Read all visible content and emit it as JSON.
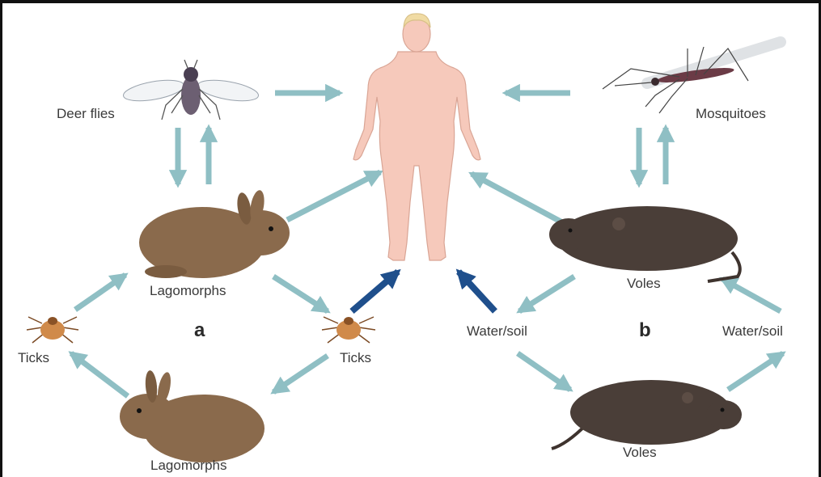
{
  "labels": {
    "deer_flies": "Deer flies",
    "mosquitoes": "Mosquitoes",
    "lagomorphs_top": "Lagomorphs",
    "lagomorphs_bottom": "Lagomorphs",
    "voles_top": "Voles",
    "voles_bottom": "Voles",
    "ticks_left": "Ticks",
    "ticks_center": "Ticks",
    "water_soil_left": "Water/soil",
    "water_soil_right": "Water/soil",
    "panel_a": "a",
    "panel_b": "b"
  },
  "colors": {
    "arrow_light": "#8fbfc4",
    "arrow_dark": "#1f4f8c",
    "human_skin": "#f6c9bb",
    "lagomorph_fur": "#8a6a4c",
    "vole_fur": "#4a3e38",
    "tick_body": "#d08a4a"
  }
}
